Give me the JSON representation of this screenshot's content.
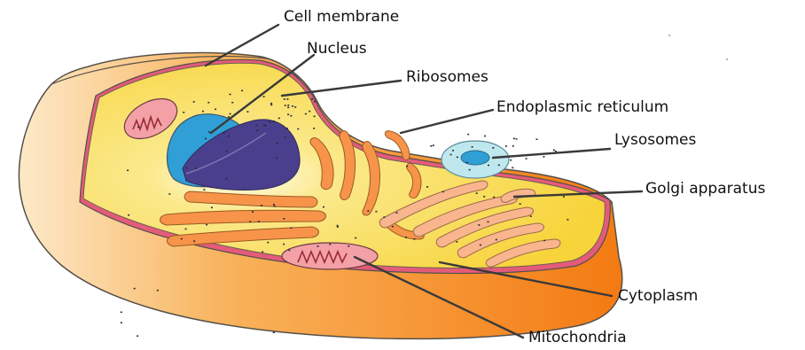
{
  "diagram": {
    "labels": {
      "cell_membrane": "Cell membrane",
      "nucleus": "Nucleus",
      "ribosomes": "Ribosomes",
      "endoplasmic_reticulum": "Endoplasmic reticulum",
      "lysosomes": "Lysosomes",
      "golgi_apparatus": "Golgi apparatus",
      "cytoplasm": "Cytoplasm",
      "mitochondria": "Mitochondria"
    },
    "colors": {
      "outer_orange": "#f7941d",
      "outer_highlight": "#fde6c4",
      "cytoplasm_yellow": "#f9dc47",
      "membrane_pink": "#e45b7a",
      "nucleus_blue": "#2f9fd6",
      "nucleolus_purple": "#4a3f8c",
      "er_orange": "#f7944a",
      "golgi_peach": "#f8b58e",
      "mito_pink": "#f3a0a6",
      "lysosome_cyan": "#bfe7ee"
    }
  }
}
